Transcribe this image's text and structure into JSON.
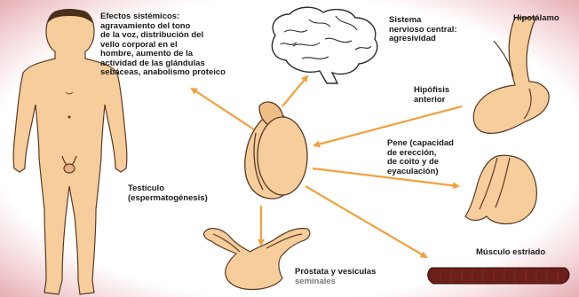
{
  "labels": {
    "effects": {
      "lines": [
        "Efectos sistémicos:",
        "agravamiento del tono",
        "de la voz, distribución del",
        "vello corporal en el",
        "hombre, aumento de la",
        "actividad de las glándulas",
        "sebáceas, anabolismo proteico"
      ]
    },
    "cns": {
      "lines": [
        "Sistema",
        "nervioso central:",
        "agresividad"
      ]
    },
    "hypothalamus": "Hipotálamo",
    "pituitary": {
      "lines": [
        "Hipófisis",
        "anterior"
      ]
    },
    "penis": {
      "lines": [
        "Pene  (capacidad",
        "de erección,",
        "de coito y de",
        "eyaculación)"
      ]
    },
    "testis": {
      "lines": [
        "Testículo",
        "(espermatogénesis)"
      ]
    },
    "muscle": "Músculo estriado",
    "prostate": {
      "line1": "Próstata y vesículas",
      "line2": "seminales"
    }
  },
  "colors": {
    "skin": "#f6cd9b",
    "skin_outline": "#5a3a22",
    "arrow": "#f2a03c",
    "muscle": "#6a1f1a",
    "border": "#e5aeb4"
  }
}
